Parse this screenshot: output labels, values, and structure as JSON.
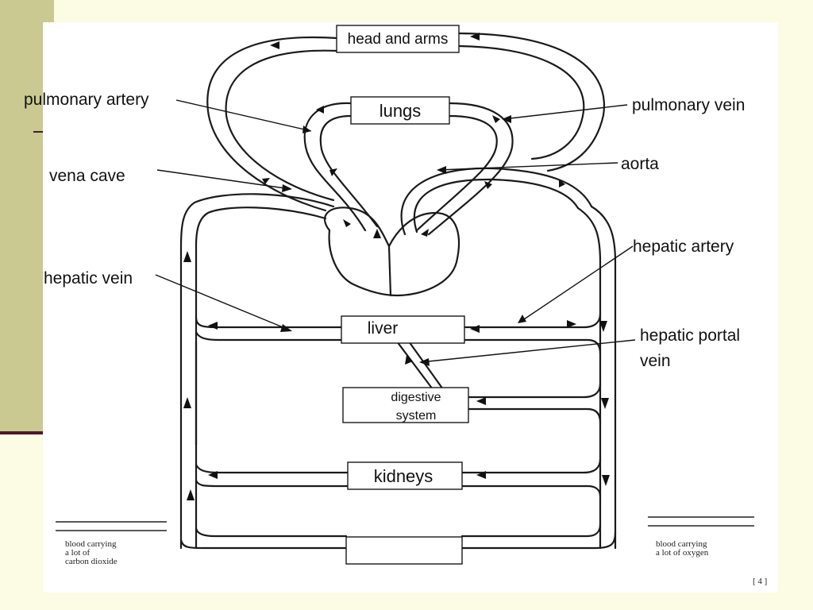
{
  "colors": {
    "slide_bg": "#fcfbe3",
    "side_bar": "#c9c991",
    "rule_line": "#4a1a2a",
    "panel": "#ffffff",
    "ink": "#111111"
  },
  "organs": {
    "head_and_arms": "head and arms",
    "lungs": "lungs",
    "liver": "liver",
    "digestive_system_line1": "digestive",
    "digestive_system_line2": "system",
    "kidneys": "kidneys"
  },
  "labels": {
    "pulmonary_artery": "pulmonary artery",
    "pulmonary_vein": "pulmonary vein",
    "vena_cave": "vena cave",
    "aorta": "aorta",
    "hepatic_artery": "hepatic artery",
    "hepatic_vein": "hepatic vein",
    "hepatic_portal_vein_line1": "hepatic portal",
    "hepatic_portal_vein_line2": "vein"
  },
  "legend": {
    "left": [
      "blood carrying",
      "a lot of",
      "carbon dioxide"
    ],
    "right": [
      "blood carrying",
      "a lot of oxygen"
    ]
  },
  "page_number": "[ 4 ]"
}
